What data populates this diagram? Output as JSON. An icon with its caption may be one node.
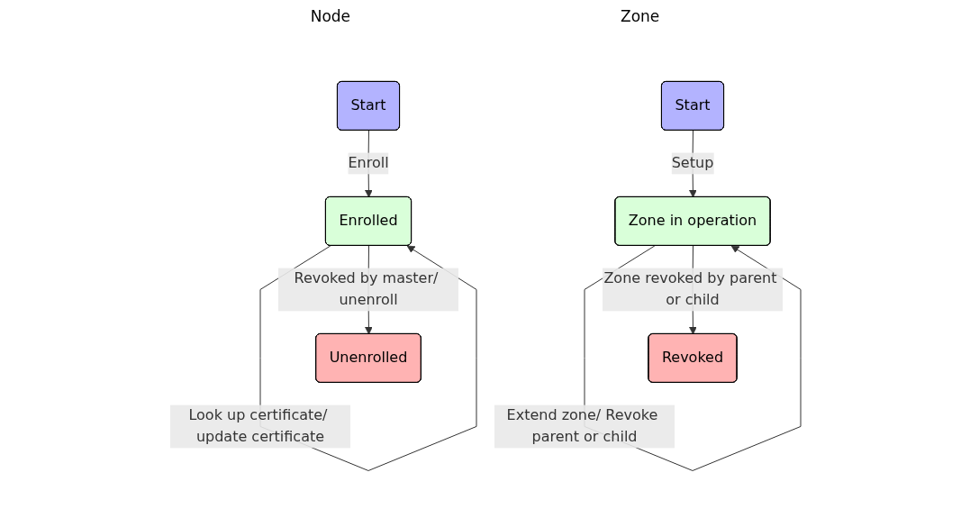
{
  "diagram": {
    "nodes": [
      {
        "text": [
          "Start"
        ]
      },
      {
        "text": [
          "Enrolled"
        ]
      },
      {
        "text": [
          "Unenrolled"
        ]
      },
      {
        "text": [
          "Start"
        ]
      },
      {
        "text": [
          "Zone in operation"
        ]
      },
      {
        "text": [
          "Revoked"
        ]
      }
    ],
    "edges": [
      {
        "from": 0,
        "to": 1,
        "arrow": "to",
        "label": "Enroll"
      },
      {
        "from": 1,
        "to": 1,
        "arrow": "to",
        "label": "Look up certificate/ update certificate"
      },
      {
        "from": 1,
        "to": 2,
        "arrow": "to",
        "label": "Revoked by master/ unenroll"
      },
      {
        "from": 3,
        "to": 4,
        "arrow": "to",
        "label": "Setup"
      },
      {
        "from": 4,
        "to": 4,
        "arrow": "to",
        "label": "Extend zone/ Revoke parent or child"
      },
      {
        "from": 4,
        "to": 5,
        "arrow": "to",
        "label": "Zone revoked by parent or child"
      }
    ],
    "labels": [
      "Node",
      "Zone"
    ]
  }
}
